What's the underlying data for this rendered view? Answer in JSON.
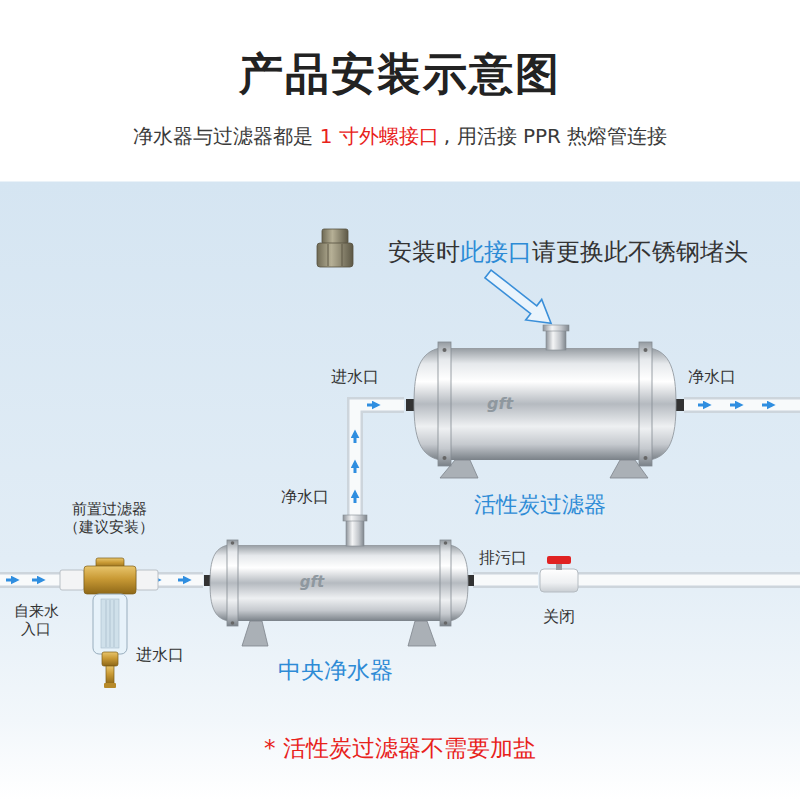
{
  "diagram": {
    "title": "产品安装示意图",
    "nodes": [
      {
        "text": [
          "前置过滤器 （建议安装）"
        ]
      },
      {
        "text": [
          "中央净水器"
        ]
      },
      {
        "text": [
          "活性炭过滤器"
        ]
      },
      {
        "text": [
          "关闭"
        ]
      }
    ],
    "edges": [
      {
        "from": 0,
        "to": 1,
        "arrow": "to"
      },
      {
        "from": 1,
        "to": 2,
        "arrow": "to"
      },
      {
        "from": 1,
        "to": 3,
        "arrow": "none"
      }
    ],
    "labels": [
      "净水器与过滤器都是",
      "1 寸外螺接口",
      ", 用活接 PPR 热熔管连接",
      "安装时",
      "此接口",
      "请更换此不锈钢堵头",
      "进水口",
      "净水口",
      "净水口",
      "排污口",
      "自来水 入口",
      "进水口",
      "* 活性炭过滤器不需要加盐",
      "gft",
      "gft"
    ]
  }
}
